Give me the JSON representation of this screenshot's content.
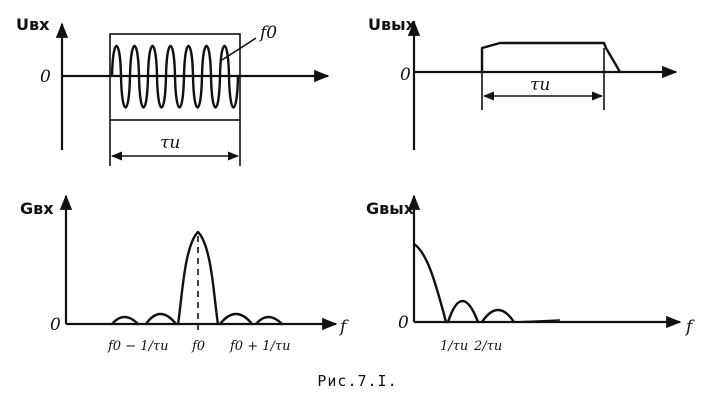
{
  "caption": "Рис.7.I.",
  "panels": {
    "input_signal": {
      "y_label": "Uвх",
      "zero_label": "0",
      "freq_label": "f0",
      "duration_label": "τи"
    },
    "output_signal": {
      "y_label": "Uвых",
      "zero_label": "0",
      "duration_label": "τи"
    },
    "input_spectrum": {
      "y_label": "Gвх",
      "zero_label": "0",
      "x_label": "f",
      "tick_left": "f0 − 1/τи",
      "tick_center": "f0",
      "tick_right": "f0 + 1/τи"
    },
    "output_spectrum": {
      "y_label": "Gвых",
      "zero_label": "0",
      "x_label": "f",
      "tick_1": "1/τи",
      "tick_2": "2/τи"
    }
  }
}
